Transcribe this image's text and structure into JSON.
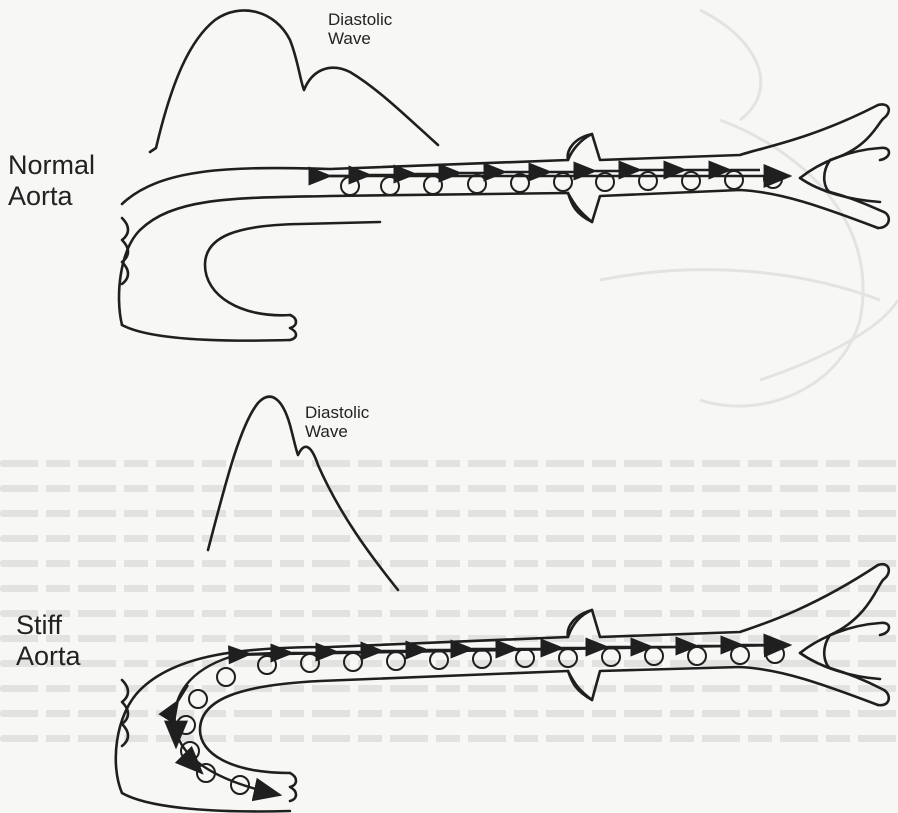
{
  "figure": {
    "colors": {
      "ink": "#1f1f1f",
      "background": "#f7f7f5",
      "bleed_through": "#8a8a8a"
    },
    "panels": [
      {
        "id": "normal",
        "label": "Normal\nAorta",
        "wave_label": "Diastolic\nWave",
        "reflected_wave": "returns-mid-aorta"
      },
      {
        "id": "stiff",
        "label": "Stiff\nAorta",
        "wave_label": "Diastolic\nWave",
        "reflected_wave": "returns-to-aortic-root"
      }
    ]
  }
}
